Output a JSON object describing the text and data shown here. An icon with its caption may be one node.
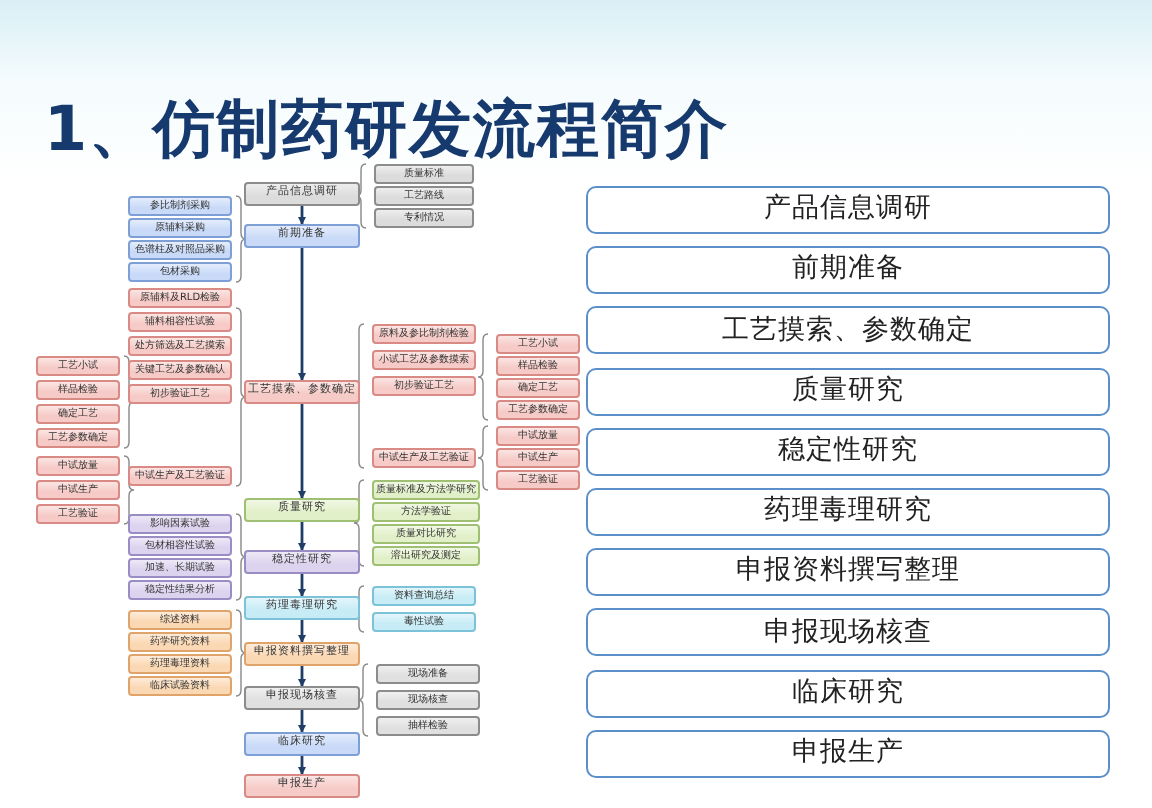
{
  "diagram": {
    "title": "1、仿制药研发流程简介",
    "nodes": [
      {
        "text": [
          "产品信息调研"
        ]
      },
      {
        "text": [
          "质量标准"
        ]
      },
      {
        "text": [
          "工艺路线"
        ]
      },
      {
        "text": [
          "专利情况"
        ]
      },
      {
        "text": [
          "参比制剂采购"
        ]
      },
      {
        "text": [
          "原辅料采购"
        ]
      },
      {
        "text": [
          "色谱柱及对照品采购"
        ]
      },
      {
        "text": [
          "包材采购"
        ]
      },
      {
        "text": [
          "前期准备"
        ]
      },
      {
        "text": [
          "原辅料及RLD检验"
        ]
      },
      {
        "text": [
          "辅料相容性试验"
        ]
      },
      {
        "text": [
          "处方筛选及工艺摸索"
        ]
      },
      {
        "text": [
          "关键工艺及参数确认"
        ]
      },
      {
        "text": [
          "初步验证工艺"
        ]
      },
      {
        "text": [
          "原料及参比制剂检验"
        ]
      },
      {
        "text": [
          "小试工艺及参数摸索"
        ]
      },
      {
        "text": [
          "初步验证工艺"
        ]
      },
      {
        "text": [
          "工艺小试"
        ]
      },
      {
        "text": [
          "样品检验"
        ]
      },
      {
        "text": [
          "确定工艺"
        ]
      },
      {
        "text": [
          "工艺参数确定"
        ]
      },
      {
        "text": [
          "工艺小试"
        ]
      },
      {
        "text": [
          "样品检验"
        ]
      },
      {
        "text": [
          "确定工艺"
        ]
      },
      {
        "text": [
          "工艺参数确定"
        ]
      },
      {
        "text": [
          "工艺摸索、参数确定"
        ]
      },
      {
        "text": [
          "中试放量"
        ]
      },
      {
        "text": [
          "中试生产"
        ]
      },
      {
        "text": [
          "工艺验证"
        ]
      },
      {
        "text": [
          "中试生产及工艺验证"
        ]
      },
      {
        "text": [
          "中试生产及工艺验证"
        ]
      },
      {
        "text": [
          "中试放量"
        ]
      },
      {
        "text": [
          "中试生产"
        ]
      },
      {
        "text": [
          "工艺验证"
        ]
      },
      {
        "text": [
          "质量标准及方法学研究"
        ]
      },
      {
        "text": [
          "方法学验证"
        ]
      },
      {
        "text": [
          "质量对比研究"
        ]
      },
      {
        "text": [
          "溶出研究及测定"
        ]
      },
      {
        "text": [
          "质量研究"
        ]
      },
      {
        "text": [
          "影响因素试验"
        ]
      },
      {
        "text": [
          "包材相容性试验"
        ]
      },
      {
        "text": [
          "加速、长期试验"
        ]
      },
      {
        "text": [
          "稳定性结果分析"
        ]
      },
      {
        "text": [
          "稳定性研究"
        ]
      },
      {
        "text": [
          "资料查询总结"
        ]
      },
      {
        "text": [
          "毒性试验"
        ]
      },
      {
        "text": [
          "药理毒理研究"
        ]
      },
      {
        "text": [
          "综述资料"
        ]
      },
      {
        "text": [
          "药学研究资料"
        ]
      },
      {
        "text": [
          "药理毒理资料"
        ]
      },
      {
        "text": [
          "临床试验资料"
        ]
      },
      {
        "text": [
          "申报资料撰写整理"
        ]
      },
      {
        "text": [
          "现场准备"
        ]
      },
      {
        "text": [
          "现场核查"
        ]
      },
      {
        "text": [
          "抽样检验"
        ]
      },
      {
        "text": [
          "申报现场核查"
        ]
      },
      {
        "text": [
          "临床研究"
        ]
      },
      {
        "text": [
          "申报生产"
        ]
      },
      {
        "text": [
          "产品信息调研"
        ]
      },
      {
        "text": [
          "前期准备"
        ]
      },
      {
        "text": [
          "工艺摸索、参数确定"
        ]
      },
      {
        "text": [
          "质量研究"
        ]
      },
      {
        "text": [
          "稳定性研究"
        ]
      },
      {
        "text": [
          "药理毒理研究"
        ]
      },
      {
        "text": [
          "申报资料撰写整理"
        ]
      },
      {
        "text": [
          "申报现场核查"
        ]
      },
      {
        "text": [
          "临床研究"
        ]
      },
      {
        "text": [
          "申报生产"
        ]
      }
    ],
    "edges": [
      {
        "from": 0,
        "to": 8,
        "arrow": "to"
      },
      {
        "from": 8,
        "to": 25,
        "arrow": "to"
      },
      {
        "from": 25,
        "to": 38,
        "arrow": "to"
      },
      {
        "from": 38,
        "to": 43,
        "arrow": "to"
      },
      {
        "from": 43,
        "to": 46,
        "arrow": "to"
      },
      {
        "from": 46,
        "to": 51,
        "arrow": "to"
      },
      {
        "from": 51,
        "to": 55,
        "arrow": "to"
      },
      {
        "from": 55,
        "to": 56,
        "arrow": "to"
      },
      {
        "from": 56,
        "to": 57,
        "arrow": "to"
      }
    ]
  }
}
